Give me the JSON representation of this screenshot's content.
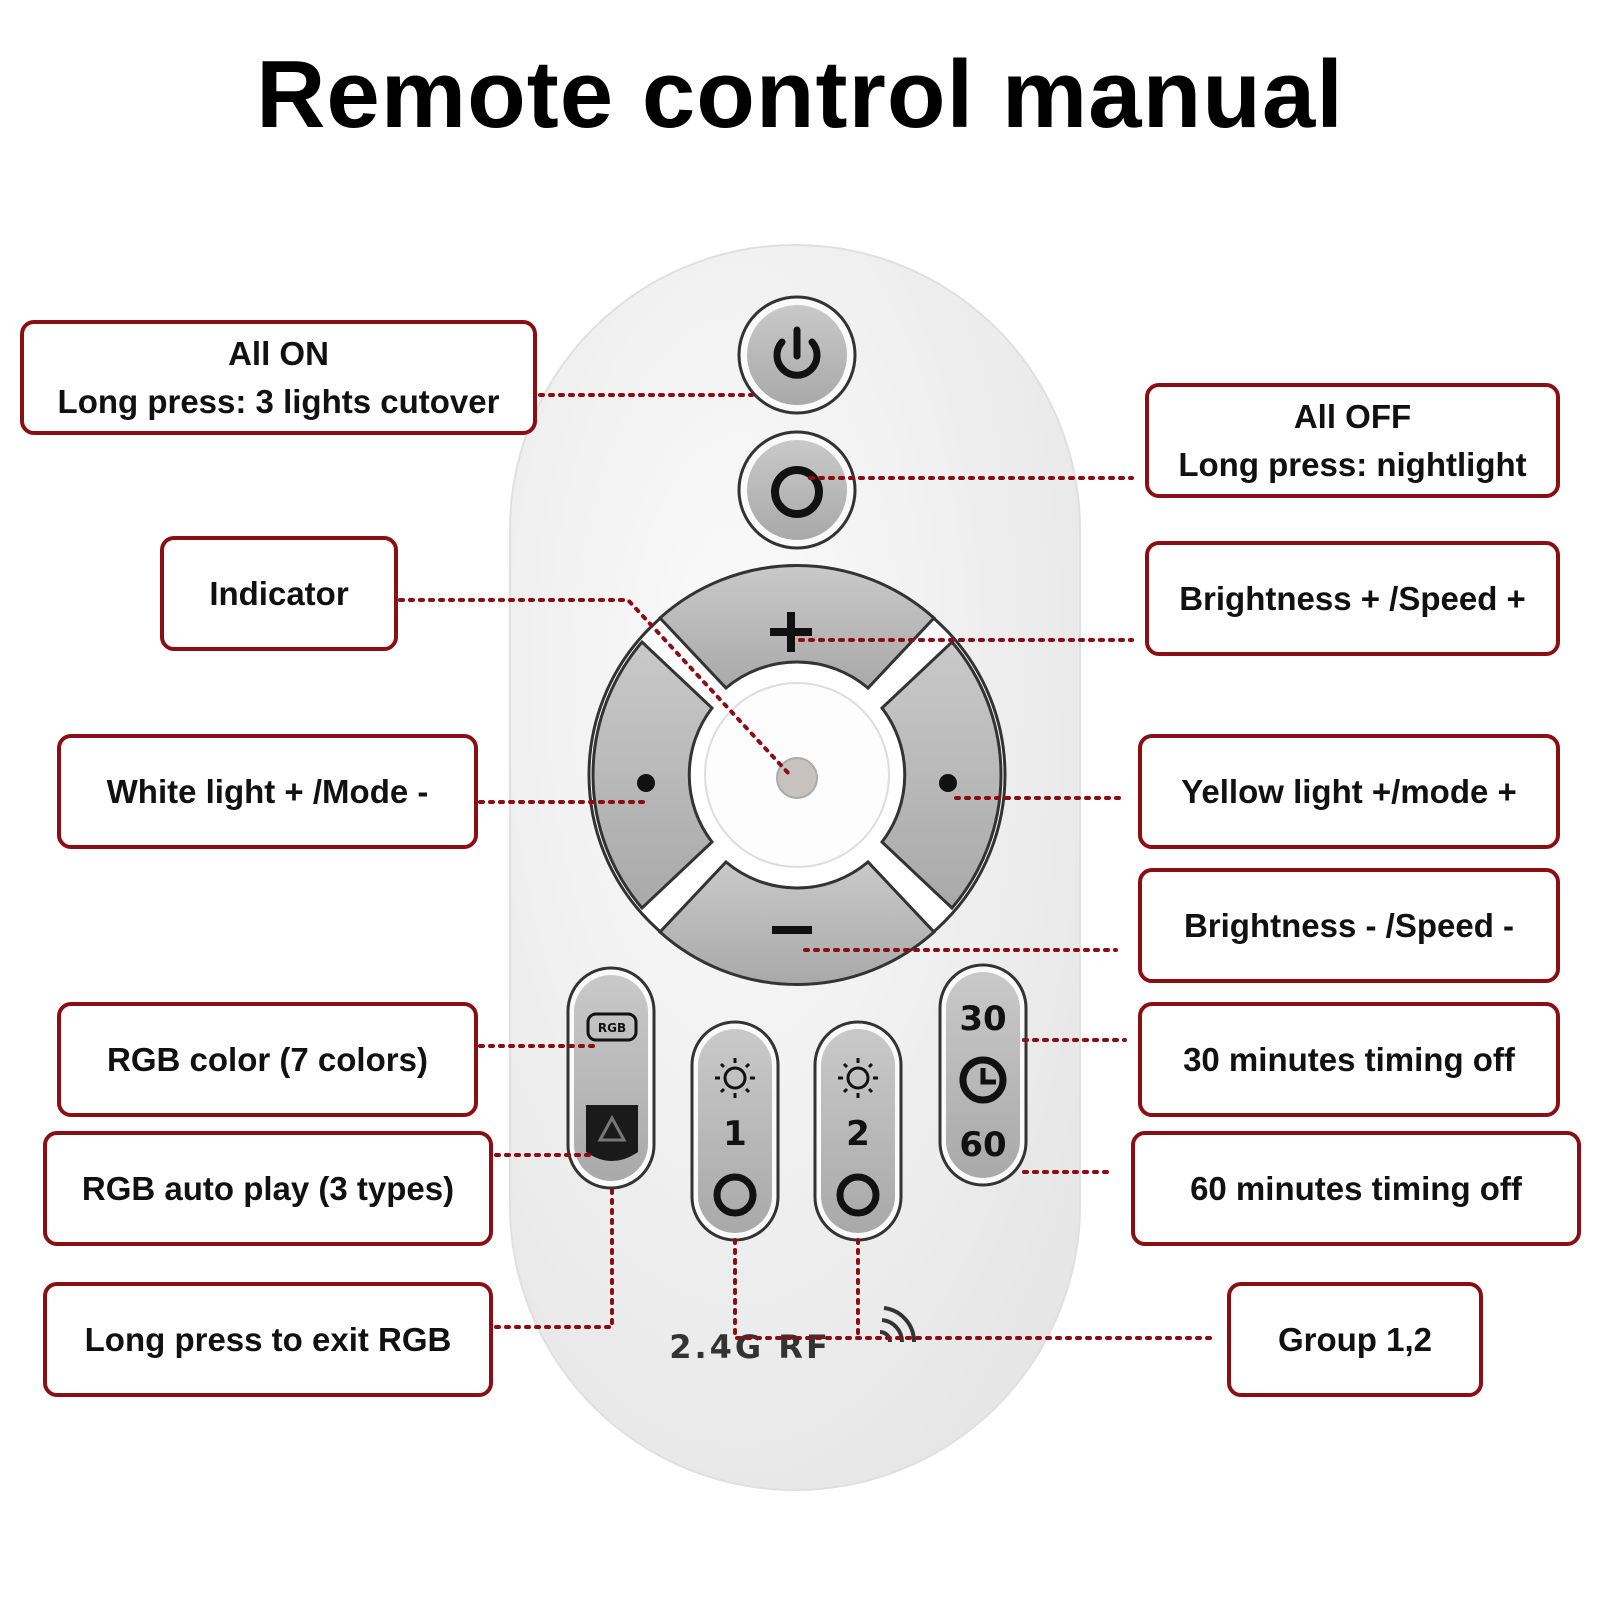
{
  "title": "Remote control manual",
  "callouts": {
    "all_on": {
      "line1": "All ON",
      "line2": "Long press: 3 lights cutover"
    },
    "all_off": {
      "line1": "All OFF",
      "line2": "Long press: nightlight"
    },
    "indicator": "Indicator",
    "brightness_up": "Brightness + /Speed +",
    "white_light": "White light + /Mode -",
    "yellow_light": "Yellow light +/mode +",
    "brightness_down": "Brightness - /Speed -",
    "rgb_color": "RGB color (7 colors)",
    "timer_30": "30 minutes timing off",
    "rgb_auto": "RGB auto play (3 types)",
    "timer_60": "60 minutes timing off",
    "exit_rgb": "Long press to exit RGB",
    "group": "Group 1,2"
  },
  "remote": {
    "rgb_icon_text": "RGB",
    "group1_number": "1",
    "group2_number": "2",
    "timer_30_text": "30",
    "timer_60_text": "60",
    "brand": "2.4G RF"
  },
  "colors": {
    "callout_border": "#8b0e14",
    "leader_dots": "#8b0e14",
    "remote_body": "#f2f2f2",
    "button_gray": "#b8b8b8"
  }
}
